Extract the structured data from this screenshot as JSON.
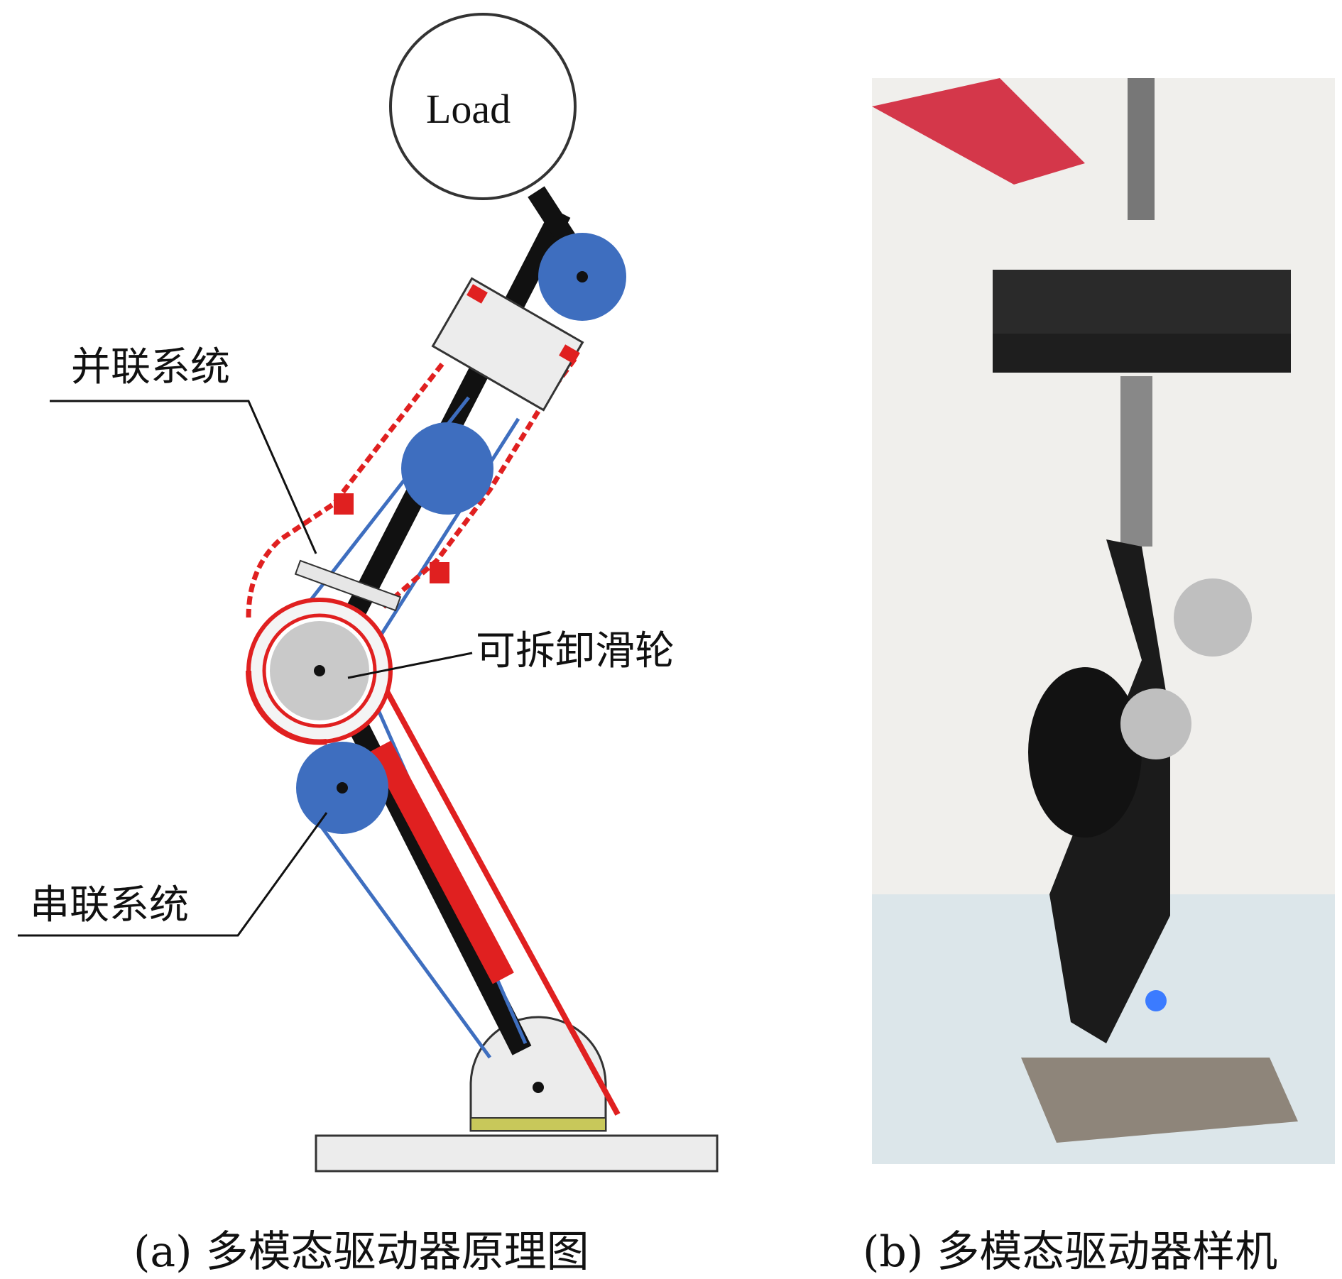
{
  "diagram": {
    "load_label": "Load",
    "parallel_label": "并联系统",
    "pulley_label": "可拆卸滑轮",
    "series_label": "串联系统"
  },
  "captions": {
    "a": "(a) 多模态驱动器原理图",
    "b": "(b) 多模态驱动器样机"
  },
  "colors": {
    "blue": "#3e6ebf",
    "red": "#e02020",
    "black": "#111111",
    "gray": "#c9c9c9"
  }
}
